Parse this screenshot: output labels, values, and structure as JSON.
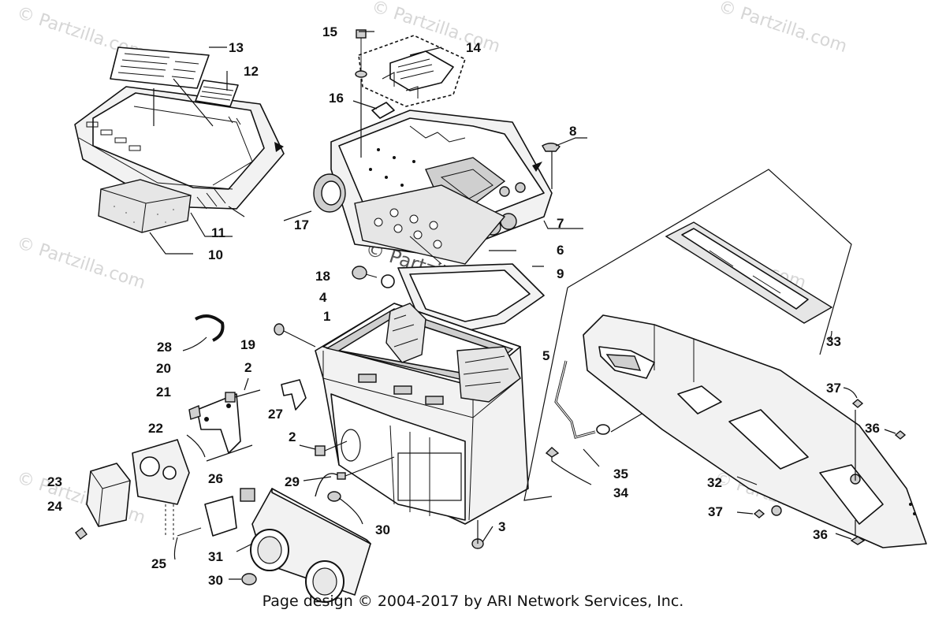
{
  "watermark": {
    "text": "© Partzilla.com",
    "center_text": "© Partzilla.com"
  },
  "footer": {
    "text": "Page design © 2004-2017 by ARI Network Services, Inc."
  },
  "callouts": [
    {
      "id": "c1",
      "label": "1"
    },
    {
      "id": "c2a",
      "label": "2"
    },
    {
      "id": "c2b",
      "label": "2"
    },
    {
      "id": "c3",
      "label": "3"
    },
    {
      "id": "c4",
      "label": "4"
    },
    {
      "id": "c5",
      "label": "5"
    },
    {
      "id": "c6",
      "label": "6"
    },
    {
      "id": "c7",
      "label": "7"
    },
    {
      "id": "c8",
      "label": "8"
    },
    {
      "id": "c9",
      "label": "9"
    },
    {
      "id": "c10",
      "label": "10"
    },
    {
      "id": "c11",
      "label": "11"
    },
    {
      "id": "c12",
      "label": "12"
    },
    {
      "id": "c13",
      "label": "13"
    },
    {
      "id": "c14",
      "label": "14"
    },
    {
      "id": "c15",
      "label": "15"
    },
    {
      "id": "c16",
      "label": "16"
    },
    {
      "id": "c17",
      "label": "17"
    },
    {
      "id": "c18",
      "label": "18"
    },
    {
      "id": "c19",
      "label": "19"
    },
    {
      "id": "c20",
      "label": "20"
    },
    {
      "id": "c21",
      "label": "21"
    },
    {
      "id": "c22",
      "label": "22"
    },
    {
      "id": "c23",
      "label": "23"
    },
    {
      "id": "c24",
      "label": "24"
    },
    {
      "id": "c25",
      "label": "25"
    },
    {
      "id": "c26",
      "label": "26"
    },
    {
      "id": "c27",
      "label": "27"
    },
    {
      "id": "c28",
      "label": "28"
    },
    {
      "id": "c29",
      "label": "29"
    },
    {
      "id": "c30a",
      "label": "30"
    },
    {
      "id": "c30b",
      "label": "30"
    },
    {
      "id": "c31",
      "label": "31"
    },
    {
      "id": "c32",
      "label": "32"
    },
    {
      "id": "c33",
      "label": "33"
    },
    {
      "id": "c34",
      "label": "34"
    },
    {
      "id": "c35",
      "label": "35"
    },
    {
      "id": "c36a",
      "label": "36"
    },
    {
      "id": "c36b",
      "label": "36"
    },
    {
      "id": "c37a",
      "label": "37"
    },
    {
      "id": "c37b",
      "label": "37"
    }
  ]
}
